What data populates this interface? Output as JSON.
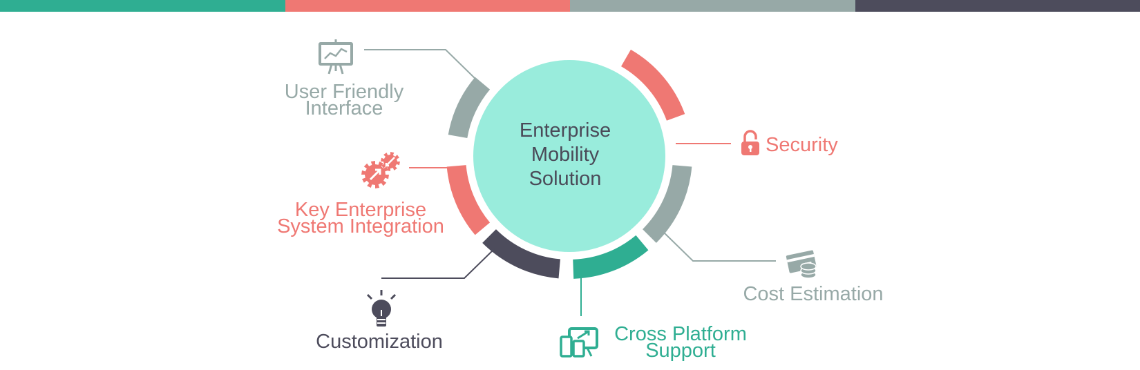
{
  "colors": {
    "teal": "#2fae92",
    "coral": "#ef7873",
    "gray": "#97a9a7",
    "dark": "#4d4c5c",
    "center_fill": "#99ecdc",
    "center_text": "#4a4a58"
  },
  "top_bar": [
    "#2fae92",
    "#ef7873",
    "#97a9a7",
    "#4d4c5c"
  ],
  "center": {
    "line1": "Enterprise",
    "line2": "Mobility",
    "line3": "Solution"
  },
  "features": {
    "user_friendly": {
      "line1": "User Friendly",
      "line2": "Interface",
      "icon": "presentation-board-icon",
      "color": "#97a9a7"
    },
    "integration": {
      "line1": "Key Enterprise",
      "line2": "System Integration",
      "icon": "gears-icon",
      "color": "#ef7873"
    },
    "customization": {
      "line1": "Customization",
      "icon": "lightbulb-icon",
      "color": "#4d4c5c"
    },
    "cross_platform": {
      "line1": "Cross Platform",
      "line2": "Support",
      "icon": "devices-icon",
      "color": "#2fae92"
    },
    "cost": {
      "line1": "Cost Estimation",
      "icon": "credit-card-coins-icon",
      "color": "#97a9a7"
    },
    "security": {
      "line1": "Security",
      "icon": "padlock-icon",
      "color": "#ef7873"
    }
  }
}
